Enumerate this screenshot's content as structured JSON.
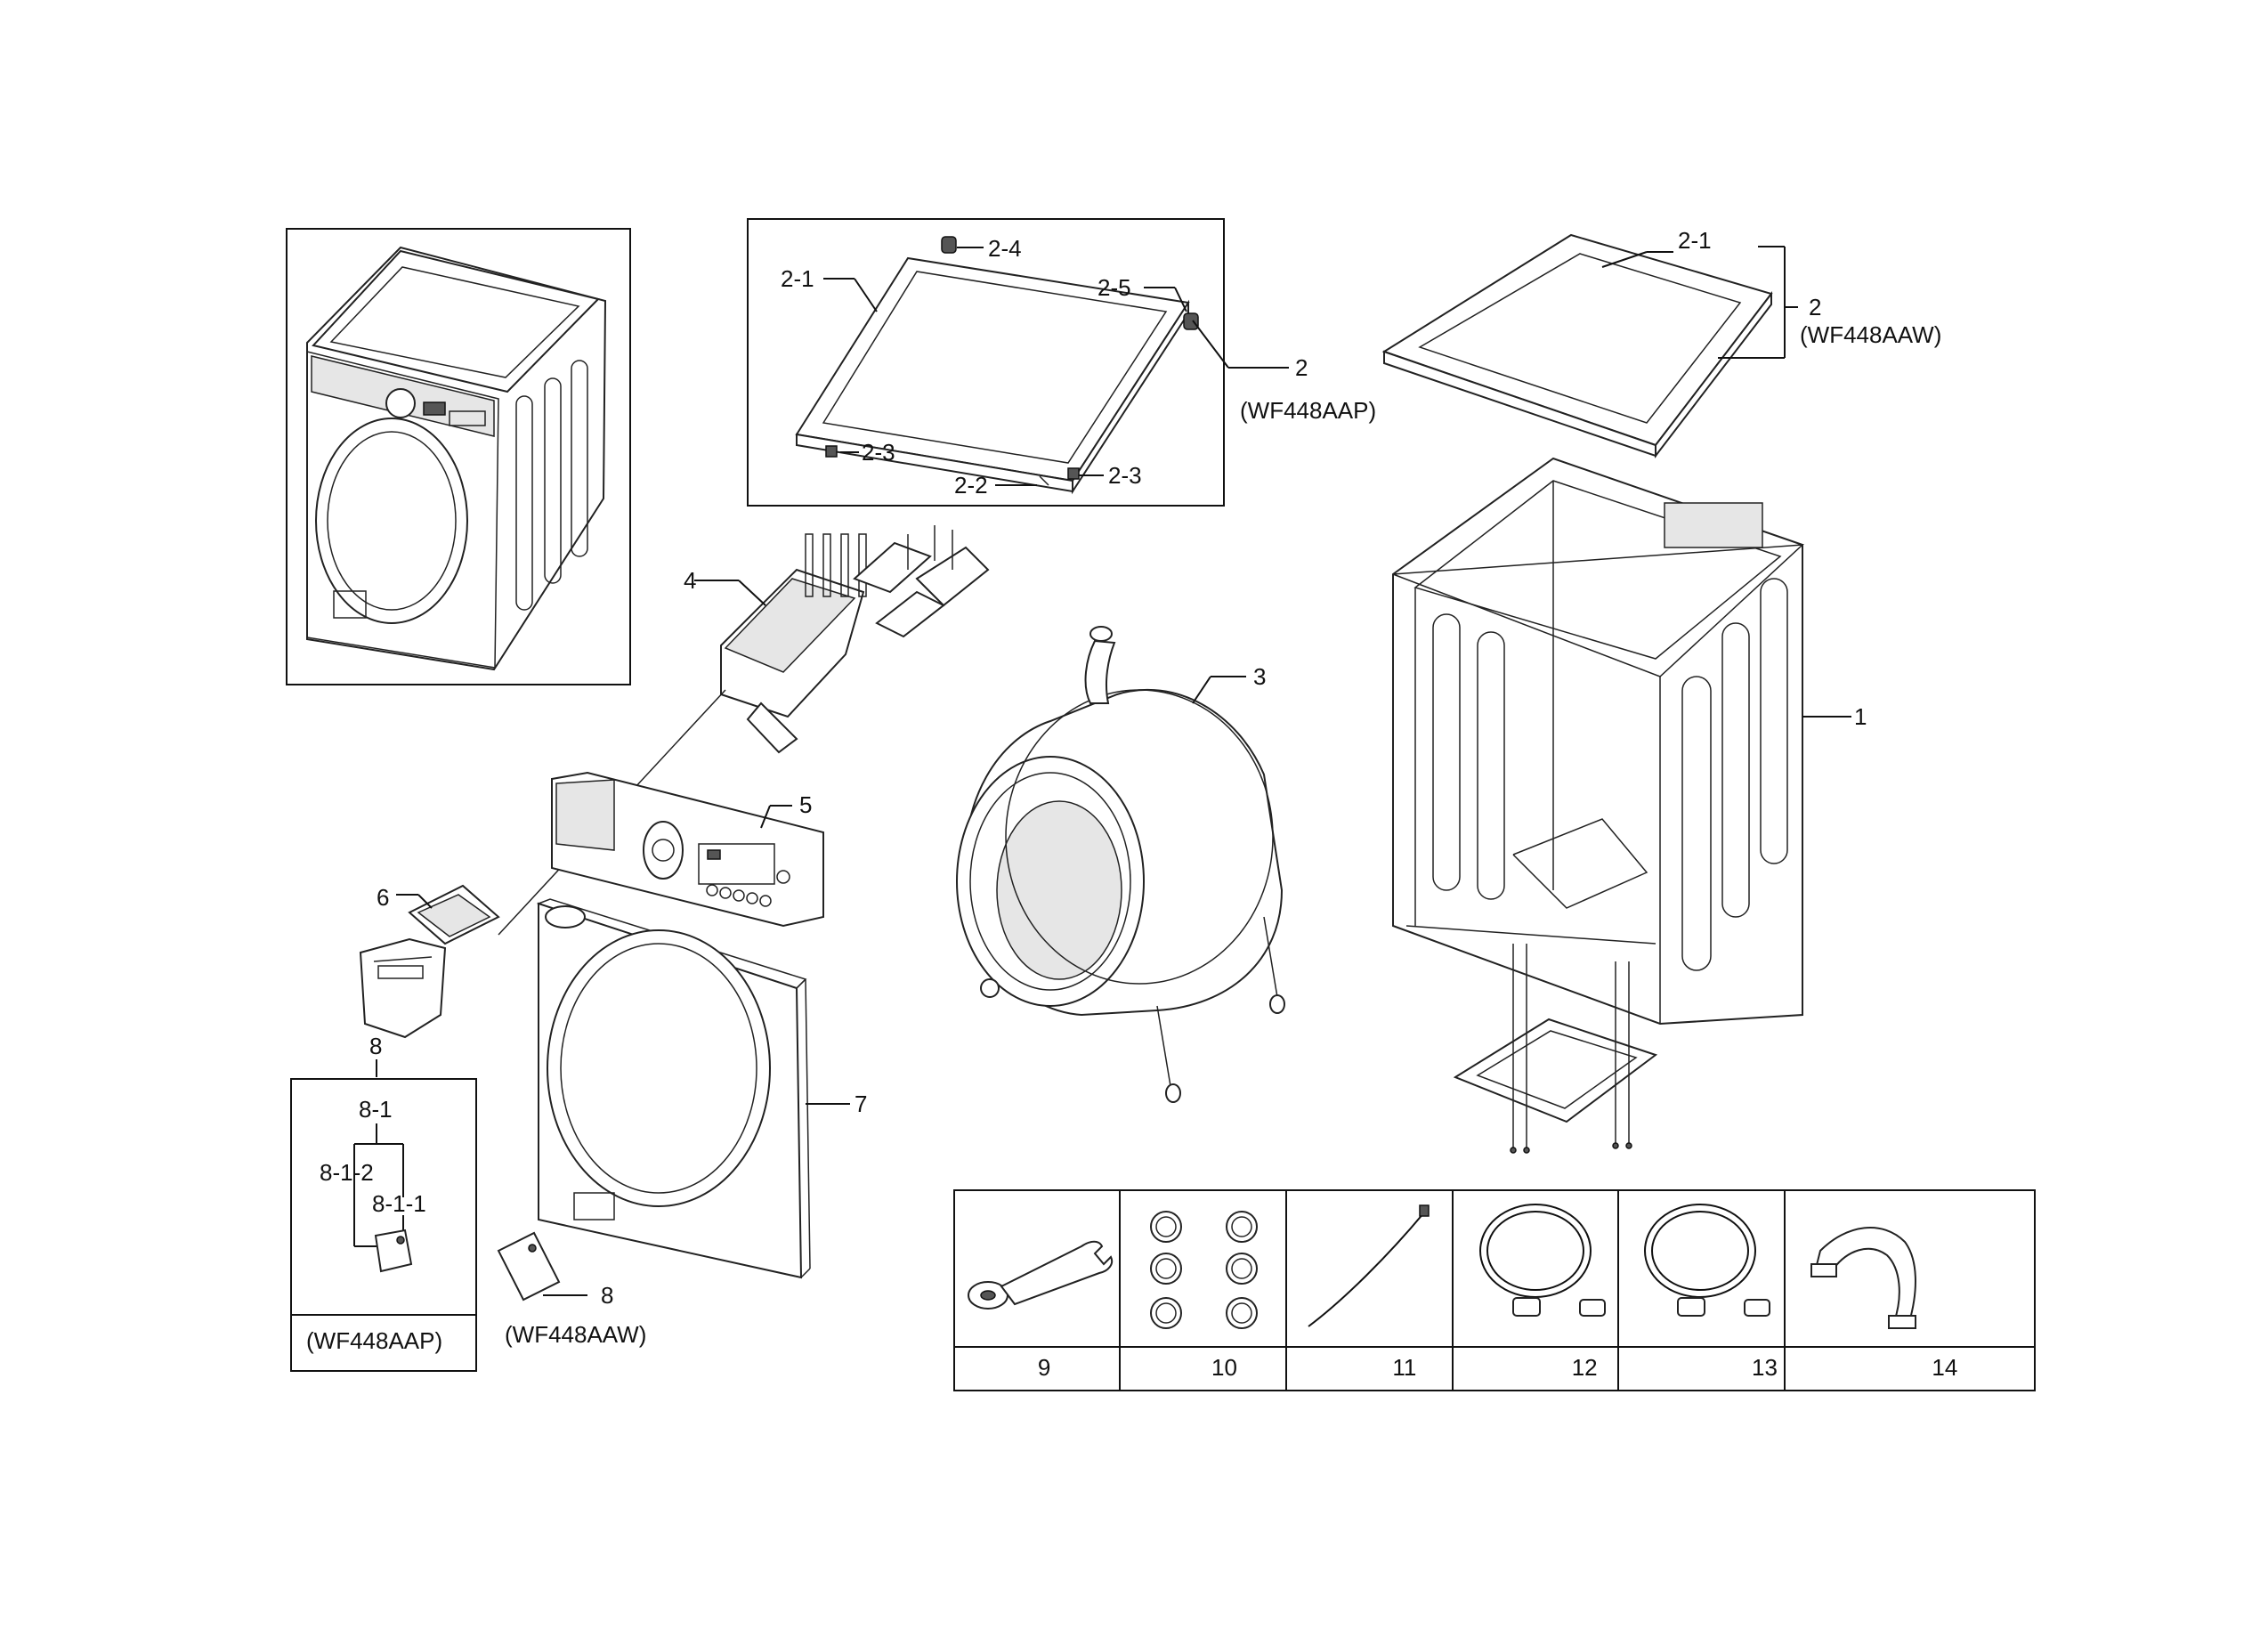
{
  "callouts": {
    "c1": "1",
    "c2_aap": "2",
    "c2_1_aap": "2-1",
    "c2_2": "2-2",
    "c2_3a": "2-3",
    "c2_3b": "2-3",
    "c2_4": "2-4",
    "c2_5": "2-5",
    "model_aap_top": "(WF448AAP)",
    "c2_1_aaw": "2-1",
    "c2_aaw": "2",
    "model_aaw_top": "(WF448AAW)",
    "c3": "3",
    "c4": "4",
    "c5": "5",
    "c6": "6",
    "c7": "7",
    "c8_left": "8",
    "c8_1": "8-1",
    "c8_1_2": "8-1-2",
    "c8_1_1": "8-1-1",
    "model_aap_bottom": "(WF448AAP)",
    "c8_right": "8",
    "model_aaw_bottom": "(WF448AAW)"
  },
  "accessories": [
    {
      "number": "9",
      "icon": "wrench-icon"
    },
    {
      "number": "10",
      "icon": "caps-icon"
    },
    {
      "number": "11",
      "icon": "tie-icon"
    },
    {
      "number": "12",
      "icon": "hose-icon"
    },
    {
      "number": "13",
      "icon": "hose-icon"
    },
    {
      "number": "14",
      "icon": "hose-bracket-icon"
    }
  ]
}
